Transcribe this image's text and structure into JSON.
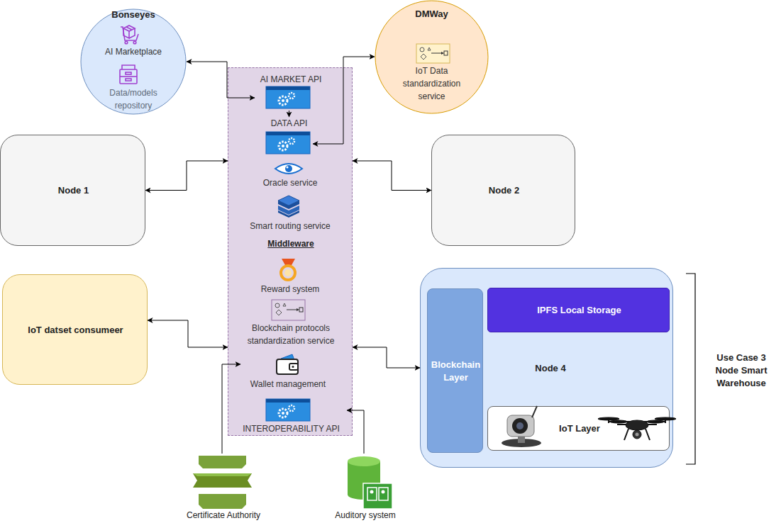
{
  "diagram": {
    "nodes": [
      {
        "text": [
          "Bonseyes",
          "AI Marketplace",
          "Data/models repository"
        ]
      },
      {
        "text": [
          "DMWay",
          "IoT Data standardization service"
        ]
      },
      {
        "text": [
          "Middleware"
        ]
      },
      {
        "text": [
          "AI MARKET API"
        ],
        "in": 2
      },
      {
        "text": [
          "DATA API"
        ],
        "in": 2
      },
      {
        "text": [
          "Oracle service"
        ],
        "in": 2
      },
      {
        "text": [
          "Smart routing service"
        ],
        "in": 2
      },
      {
        "text": [
          "Reward system"
        ],
        "in": 2
      },
      {
        "text": [
          "Blockchain protocols standardization service"
        ],
        "in": 2
      },
      {
        "text": [
          "Wallet management"
        ],
        "in": 2
      },
      {
        "text": [
          "INTEROPERABILITY API"
        ],
        "in": 2
      },
      {
        "text": [
          "Node 1"
        ]
      },
      {
        "text": [
          "Node 2"
        ]
      },
      {
        "text": [
          "IoT datset consumeer"
        ]
      },
      {
        "text": [
          "Node 4"
        ]
      },
      {
        "text": [
          "Blockchain Layer"
        ],
        "in": 14
      },
      {
        "text": [
          "IPFS Local Storage"
        ],
        "in": 14
      },
      {
        "text": [
          "IoT Layer"
        ],
        "in": 14
      },
      {
        "text": [
          "Certificate Authority"
        ]
      },
      {
        "text": [
          "Auditory system"
        ]
      }
    ],
    "edges": [
      {
        "from": 0,
        "to": 3,
        "arrow": "both"
      },
      {
        "from": 3,
        "to": 4,
        "arrow": "to"
      },
      {
        "from": 4,
        "to": 1,
        "arrow": "both"
      },
      {
        "from": 11,
        "to": 2,
        "arrow": "both"
      },
      {
        "from": 2,
        "to": 12,
        "arrow": "both"
      },
      {
        "from": 13,
        "to": 2,
        "arrow": "both"
      },
      {
        "from": 2,
        "to": 14,
        "arrow": "both"
      },
      {
        "from": 18,
        "to": 9,
        "arrow": "to"
      },
      {
        "from": 19,
        "to": 10,
        "arrow": "to"
      }
    ],
    "labels": [
      "Use Case 3 Node Smart Warehouse"
    ]
  }
}
